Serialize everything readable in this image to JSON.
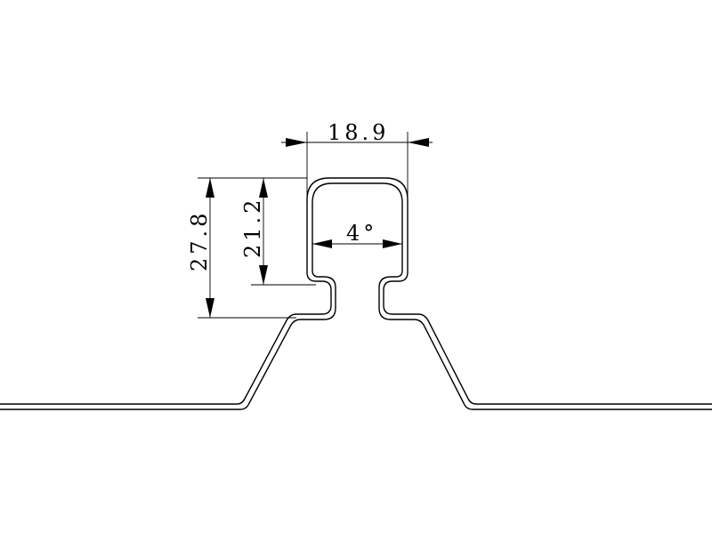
{
  "dimensions": {
    "width_top": "18.9",
    "inner_height": "21.2",
    "total_height": "27.8",
    "angle": "4°"
  }
}
